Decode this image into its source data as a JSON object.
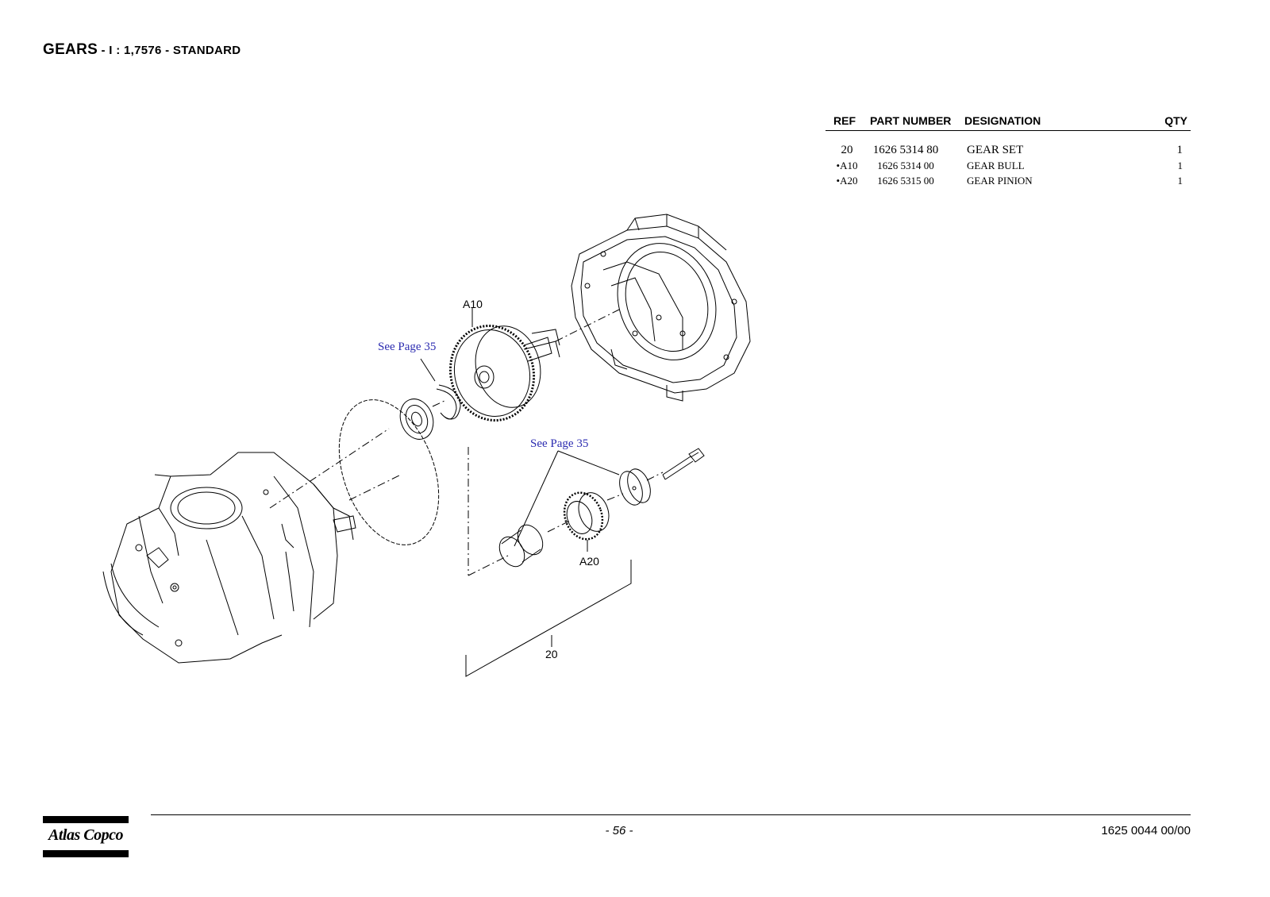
{
  "title": {
    "main": "GEARS",
    "sub": " - I : 1,7576 - STANDARD"
  },
  "table": {
    "headers": {
      "ref": "REF",
      "part_number": "PART NUMBER",
      "designation": "DESIGNATION",
      "qty": "QTY"
    },
    "rows": [
      {
        "ref": "20",
        "part_number": "1626 5314 80",
        "designation": "GEAR SET",
        "qty": "1"
      },
      {
        "ref": "•A10",
        "part_number": "1626 5314 00",
        "designation": "GEAR BULL",
        "qty": "1"
      },
      {
        "ref": "•A20",
        "part_number": "1626 5315 00",
        "designation": "GEAR PINION",
        "qty": "1"
      }
    ]
  },
  "diagram": {
    "callouts": {
      "a10": "A10",
      "a20": "A20",
      "set": "20"
    },
    "see_page_1": "See Page 35",
    "see_page_2": "See Page 35"
  },
  "footer": {
    "logo_text": "Atlas Copco",
    "page_number": "- 56 -",
    "document_number": "1625 0044 00/00"
  }
}
